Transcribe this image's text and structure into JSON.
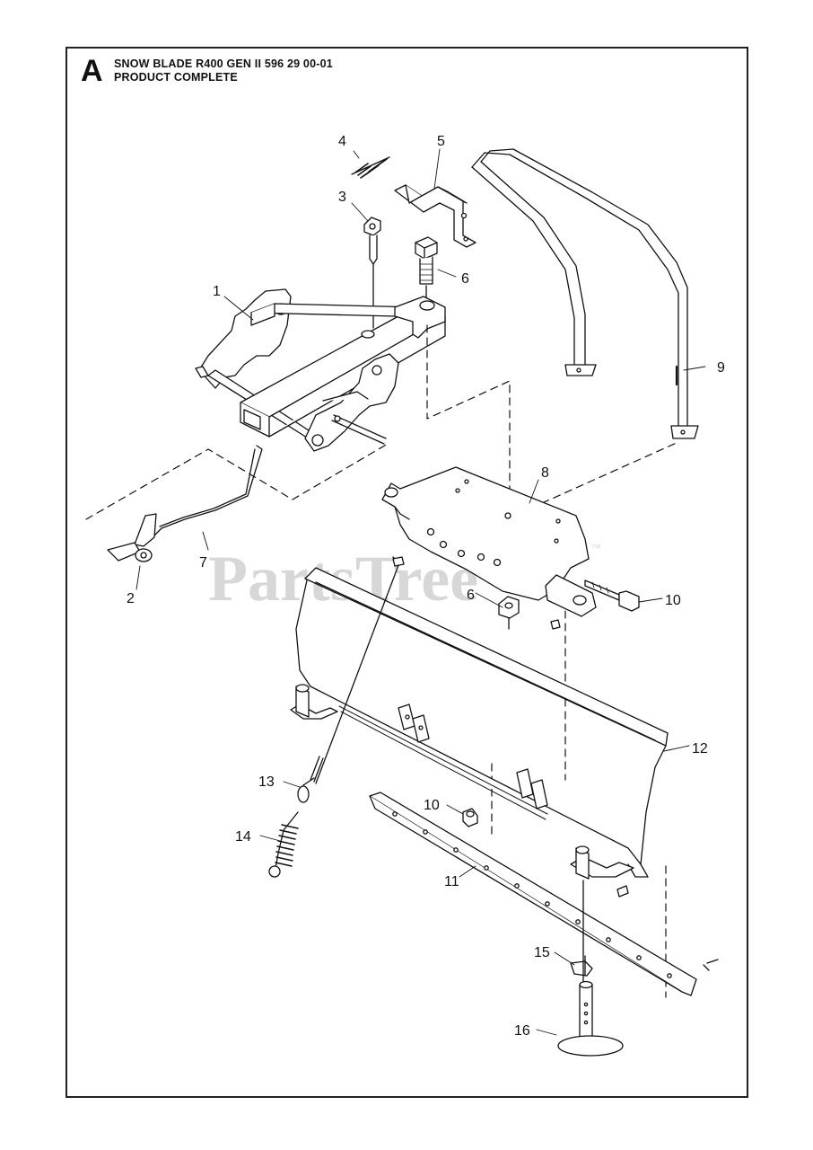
{
  "header": {
    "section_letter": "A",
    "title_line1": "SNOW BLADE R400 GEN II 596 29 00-01",
    "title_line2": "PRODUCT COMPLETE"
  },
  "watermark": {
    "text": "PartsTree",
    "tm": "™"
  },
  "callouts": [
    {
      "id": "c1",
      "label": "1"
    },
    {
      "id": "c2",
      "label": "2"
    },
    {
      "id": "c3",
      "label": "3"
    },
    {
      "id": "c4",
      "label": "4"
    },
    {
      "id": "c5",
      "label": "5"
    },
    {
      "id": "c6a",
      "label": "6"
    },
    {
      "id": "c6b",
      "label": "6"
    },
    {
      "id": "c7",
      "label": "7"
    },
    {
      "id": "c8",
      "label": "8"
    },
    {
      "id": "c9",
      "label": "9"
    },
    {
      "id": "c10a",
      "label": "10"
    },
    {
      "id": "c10b",
      "label": "10"
    },
    {
      "id": "c11",
      "label": "11"
    },
    {
      "id": "c12",
      "label": "12"
    },
    {
      "id": "c13",
      "label": "13"
    },
    {
      "id": "c14",
      "label": "14"
    },
    {
      "id": "c15",
      "label": "15"
    },
    {
      "id": "c16",
      "label": "16"
    }
  ]
}
